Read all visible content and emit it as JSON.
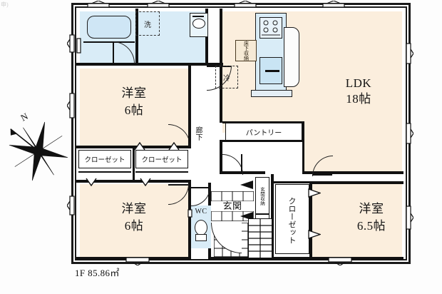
{
  "plan": {
    "corner_mark": "申)",
    "floor_area_label": "1F 85.86㎡",
    "compass": {
      "north_label": "N"
    }
  },
  "rooms": [
    {
      "id": "bath",
      "name": "浴室",
      "size": "",
      "type": "bath"
    },
    {
      "id": "washroom",
      "name": "洗面所",
      "size": "",
      "type": "washroom"
    },
    {
      "id": "ldk",
      "name": "LDK",
      "size": "18帖",
      "type": "living"
    },
    {
      "id": "bedroom_nw",
      "name": "洋室",
      "size": "6帖",
      "type": "bedroom"
    },
    {
      "id": "bedroom_sw",
      "name": "洋室",
      "size": "6帖",
      "type": "bedroom"
    },
    {
      "id": "bedroom_se",
      "name": "洋室",
      "size": "6.5帖",
      "type": "bedroom"
    },
    {
      "id": "pantry",
      "name": "パントリー",
      "size": "",
      "type": "storage"
    },
    {
      "id": "genkan",
      "name": "玄関",
      "size": "",
      "type": "entrance"
    },
    {
      "id": "hallway",
      "name": "廊下",
      "size": "",
      "type": "hallway"
    },
    {
      "id": "wc",
      "name": "WC",
      "size": "",
      "type": "toilet"
    }
  ],
  "closets": [
    {
      "id": "closet_nw_left",
      "label": "クローゼット"
    },
    {
      "id": "closet_nw_right",
      "label": "クローゼット"
    },
    {
      "id": "closet_se",
      "label": "クローゼット"
    }
  ],
  "storage_labels": [
    {
      "id": "genkan_storage_1",
      "label": "玄関収納"
    },
    {
      "id": "genkan_storage_2",
      "label": "玄関収納"
    },
    {
      "id": "kitchen_storage",
      "label": "床下収納"
    }
  ],
  "appliances": [
    {
      "id": "washer",
      "label": "洗",
      "desc": "washing-machine-slot"
    },
    {
      "id": "fridge",
      "label": "冷",
      "desc": "refrigerator-slot"
    }
  ],
  "colors": {
    "room_beige": "#fbeedd",
    "water_blue": "#d9ecf7",
    "wall_black": "#111111",
    "paper_white": "#ffffff",
    "background": "#fdfdfd"
  }
}
